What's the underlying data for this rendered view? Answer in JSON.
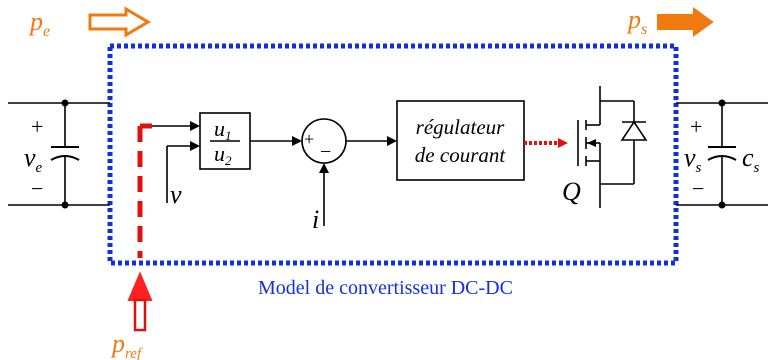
{
  "colors": {
    "frame": "#1030e0",
    "power_label": "#f07a10",
    "reference_path": "#e01010",
    "reference_arrow": "#ff2020",
    "wire": "#000000"
  },
  "labels": {
    "p_e": {
      "base": "p",
      "sub": "e"
    },
    "p_s": {
      "base": "p",
      "sub": "s"
    },
    "p_ref": {
      "base": "p",
      "sub": "ref"
    },
    "v_e": {
      "base": "v",
      "sub": "e"
    },
    "v_s": {
      "base": "v",
      "sub": "s"
    },
    "c_s": {
      "base": "c",
      "sub": "s"
    },
    "v": "v",
    "i": "i",
    "Q": "Q",
    "plus": "+",
    "minus": "−",
    "divider": {
      "num_base": "u",
      "num_sub": "1",
      "den_base": "u",
      "den_sub": "2"
    },
    "regulator": [
      "régulateur",
      "de courant"
    ],
    "model_caption": "Model de convertisseur DC-DC"
  }
}
